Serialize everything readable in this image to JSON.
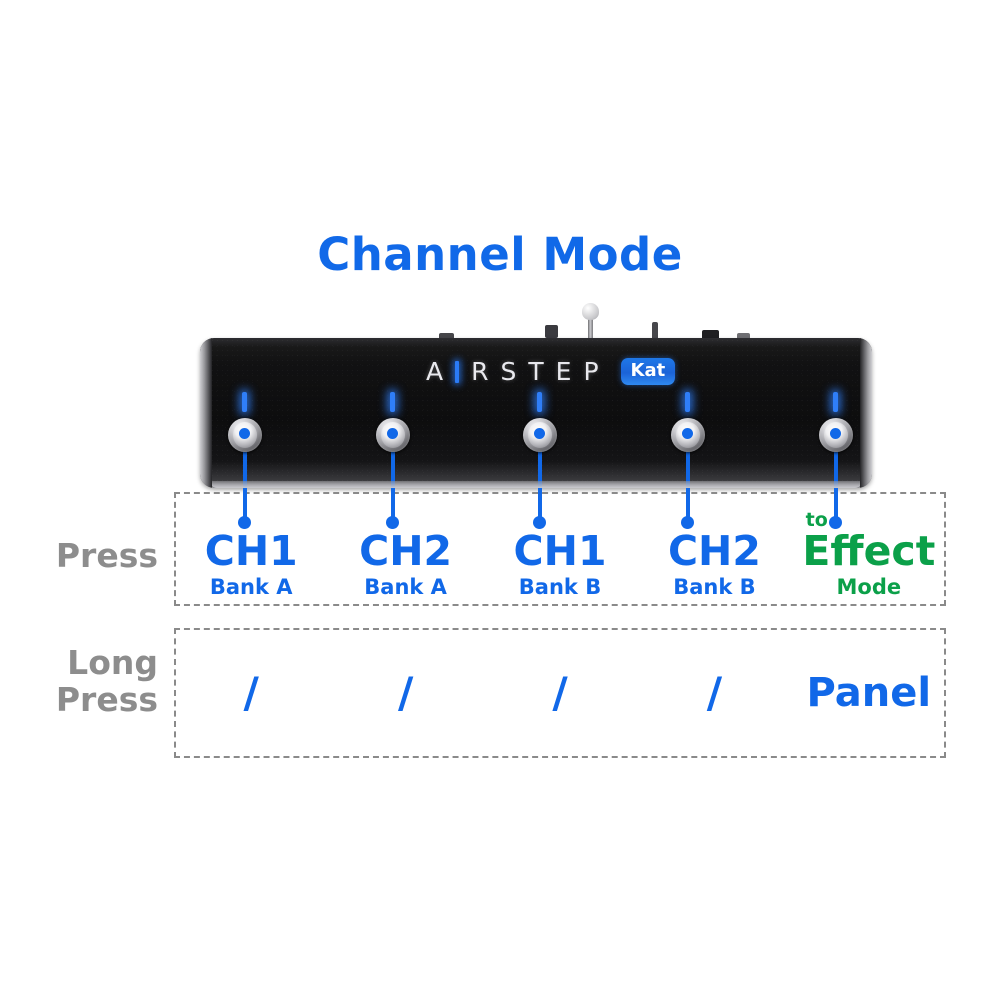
{
  "title": "Channel Mode",
  "colors": {
    "blue": "#1168e8",
    "green": "#0ba049",
    "gray": "#8d8d8d",
    "dash": "#8a8a8a",
    "led_blue": "#2f7ef8",
    "badge_blue": "#1f78e8"
  },
  "device": {
    "brand_letters": [
      "A",
      "I",
      "R",
      "S",
      "T",
      "E",
      "P"
    ],
    "brand_accent_letter": "I",
    "model_badge": "Kat",
    "footswitch_count": 5,
    "footswitch_names": [
      "footswitch-1",
      "footswitch-2",
      "footswitch-3",
      "footswitch-4",
      "footswitch-5"
    ],
    "antenna": "antenna-icon"
  },
  "rows": [
    {
      "label": "Press",
      "cells": [
        {
          "pre": "",
          "big": "CH1",
          "sub": "Bank A",
          "color": "blue"
        },
        {
          "pre": "",
          "big": "CH2",
          "sub": "Bank A",
          "color": "blue"
        },
        {
          "pre": "",
          "big": "CH1",
          "sub": "Bank B",
          "color": "blue"
        },
        {
          "pre": "",
          "big": "CH2",
          "sub": "Bank B",
          "color": "blue"
        },
        {
          "pre": "to",
          "big": "Effect",
          "sub": "Mode",
          "color": "green"
        }
      ]
    },
    {
      "label": "Long\nPress",
      "label_line1": "Long",
      "label_line2": "Press",
      "cells": [
        {
          "big": "/",
          "color": "blue"
        },
        {
          "big": "/",
          "color": "blue"
        },
        {
          "big": "/",
          "color": "blue"
        },
        {
          "big": "/",
          "color": "blue"
        },
        {
          "big": "Panel",
          "color": "blue"
        }
      ]
    }
  ]
}
